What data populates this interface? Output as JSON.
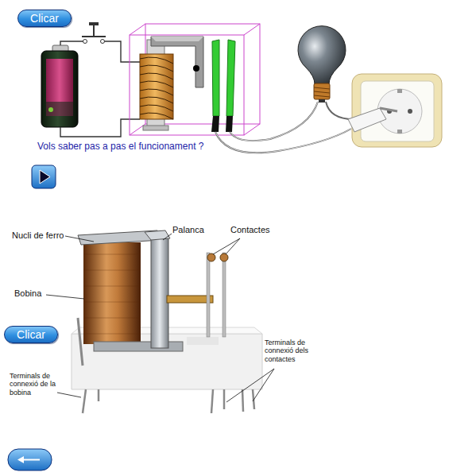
{
  "diagram": {
    "nodes": [
      {
        "text": [
          "Clicar"
        ]
      },
      {
        "text": [
          "Clicar"
        ]
      }
    ],
    "labels": [
      "Vols saber pas a pas el funcionament ?",
      "Nucli de ferro",
      "Palanca",
      "Contactes",
      "Bobina",
      "Terminals de connexió dels contactes",
      "Terminals de connexió de la bobina"
    ]
  }
}
